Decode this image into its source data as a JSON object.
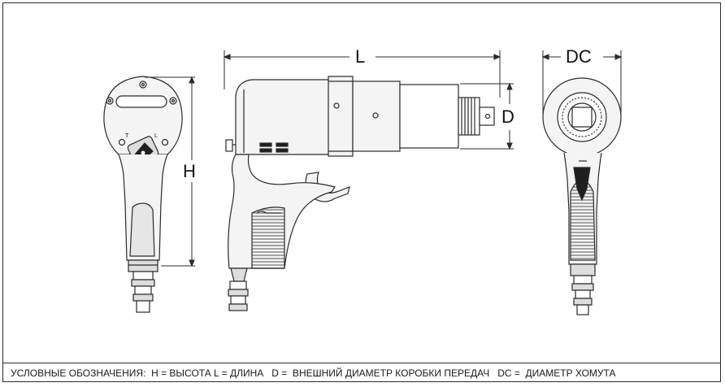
{
  "dimensions": {
    "H": "H",
    "L": "L",
    "D": "D",
    "DC": "DC"
  },
  "legend": "УСЛОВНЫЕ ОБОЗНАЧЕНИЯ:  H = ВЫСОТА L = ДЛИНА   D =  ВНЕШНИЙ ДИАМЕТР КОРОБКИ ПЕРЕДАЧ   DC =  ДИАМЕТР ХОМУТА",
  "switch_marks": {
    "left": "T",
    "right": "L"
  },
  "colors": {
    "line": "#2b2b2b",
    "fill_dark": "#1f1f1f",
    "fill_light": "#f4f4f4"
  }
}
